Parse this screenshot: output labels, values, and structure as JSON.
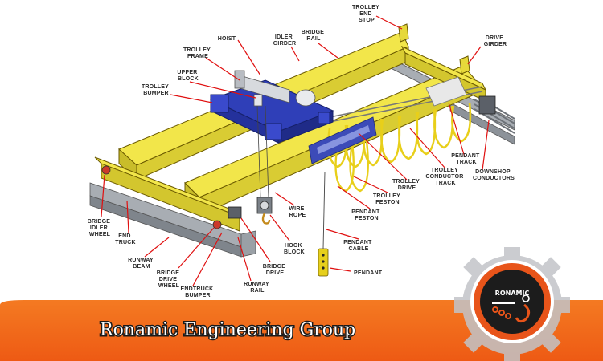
{
  "brand": {
    "name": "Ronamic Engineering Group",
    "logo_text": "RONAMIC",
    "band_color": "#f26a18",
    "logo_ring_color": "#e8541a"
  },
  "diagram": {
    "labels": [
      {
        "id": "trolley-end-stop",
        "lines": [
          "TROLLEY",
          "END",
          "STOP"
        ]
      },
      {
        "id": "idler-girder",
        "lines": [
          "IDLER",
          "GIRDER"
        ]
      },
      {
        "id": "bridge-rail",
        "lines": [
          "BRIDGE",
          "RAIL"
        ]
      },
      {
        "id": "hoist",
        "lines": [
          "HOIST"
        ]
      },
      {
        "id": "trolley-frame",
        "lines": [
          "TROLLEY",
          "FRAME"
        ]
      },
      {
        "id": "drive-girder",
        "lines": [
          "DRIVE",
          "GIRDER"
        ]
      },
      {
        "id": "upper-block",
        "lines": [
          "UPPER",
          "BLOCK"
        ]
      },
      {
        "id": "trolley-bumper",
        "lines": [
          "TROLLEY",
          "BUMPER"
        ]
      },
      {
        "id": "pendant-track",
        "lines": [
          "PENDANT",
          "TRACK"
        ]
      },
      {
        "id": "trolley-conductor-track",
        "lines": [
          "TROLLEY",
          "CONDUCTOR",
          "TRACK"
        ]
      },
      {
        "id": "downshop-conductors",
        "lines": [
          "DOWNSHOP",
          "CONDUCTORS"
        ]
      },
      {
        "id": "trolley-drive",
        "lines": [
          "TROLLEY",
          "DRIVE"
        ]
      },
      {
        "id": "trolley-feston",
        "lines": [
          "TROLLEY",
          "FESTON"
        ]
      },
      {
        "id": "wire-rope",
        "lines": [
          "WIRE",
          "ROPE"
        ]
      },
      {
        "id": "pendant-feston",
        "lines": [
          "PENDANT",
          "FESTON"
        ]
      },
      {
        "id": "bridge-idler-wheel",
        "lines": [
          "BRIDGE",
          "IDLER",
          "WHEEL"
        ]
      },
      {
        "id": "end-truck",
        "lines": [
          "END",
          "TRUCK"
        ]
      },
      {
        "id": "hook-block",
        "lines": [
          "HOOK",
          "BLOCK"
        ]
      },
      {
        "id": "pendant-cable",
        "lines": [
          "PENDANT",
          "CABLE"
        ]
      },
      {
        "id": "runway-beam",
        "lines": [
          "RUNWAY",
          "BEAM"
        ]
      },
      {
        "id": "bridge-drive-wheel",
        "lines": [
          "BRIDGE",
          "DRIVE",
          "WHEEL"
        ]
      },
      {
        "id": "bridge-drive",
        "lines": [
          "BRIDGE",
          "DRIVE"
        ]
      },
      {
        "id": "pendant",
        "lines": [
          "PENDANT"
        ]
      },
      {
        "id": "endtruck-bumper",
        "lines": [
          "ENDTRUCK",
          "BUMPER"
        ]
      },
      {
        "id": "runway-rail",
        "lines": [
          "RUNWAY",
          "RAIL"
        ]
      }
    ]
  },
  "colors": {
    "girder_yellow": "#f2e64a",
    "girder_shadow": "#c9bd2a",
    "trolley_blue": "#2f3fb8",
    "leader_red": "#e01010"
  }
}
